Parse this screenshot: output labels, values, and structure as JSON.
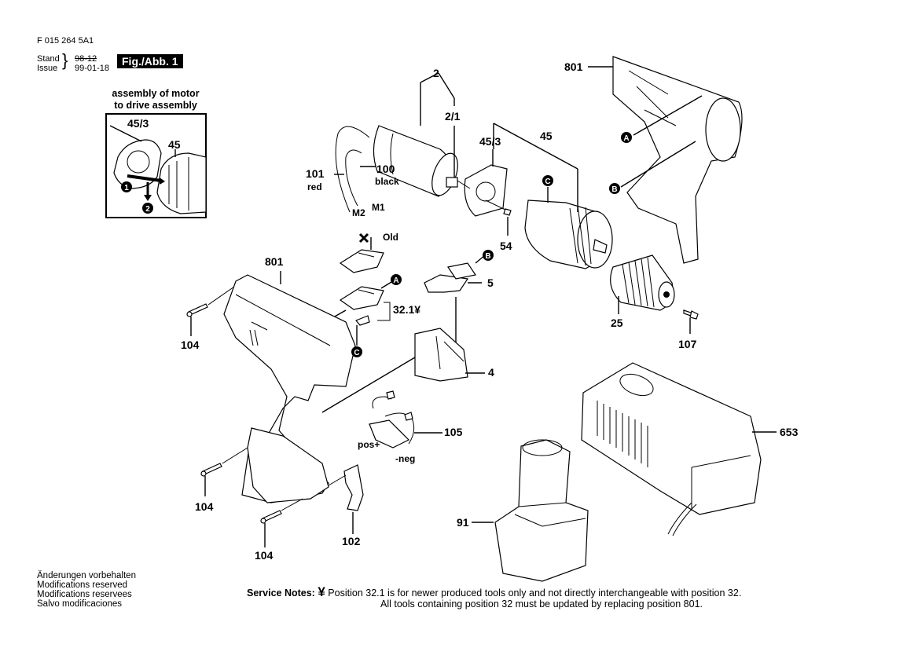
{
  "header": {
    "doc_number": "F 015 264 5A1",
    "stand_label": "Stand",
    "issue_label": "Issue",
    "stand_value": "98-12",
    "issue_value": "99-01-18",
    "figure_label": "Fig./Abb. 1"
  },
  "inset": {
    "title_line1": "assembly of motor",
    "title_line2": "to drive assembly",
    "labels": [
      "45/3",
      "45"
    ],
    "steps": [
      "1",
      "2"
    ]
  },
  "parts": {
    "p2": "2",
    "p2_1": "2/1",
    "p45_3": "45/3",
    "p45": "45",
    "p101": "101",
    "p101_note": "red",
    "p100": "100",
    "p100_note": "black",
    "m2": "M2",
    "m1": "M1",
    "p54": "54",
    "p801_top": "801",
    "p801_left": "801",
    "p32_old": "Old",
    "p32_1": "32.1",
    "yen_mark": "¥",
    "p5": "5",
    "p25": "25",
    "p107": "107",
    "p104_a": "104",
    "p104_b": "104",
    "p104_c": "104",
    "p4": "4",
    "p105": "105",
    "pos": "pos+",
    "neg": "-neg",
    "p102": "102",
    "p653": "653",
    "p91": "91"
  },
  "markers": {
    "A": "A",
    "B": "B",
    "C": "C",
    "step1": "1",
    "step2": "2"
  },
  "footer": {
    "disclaimer": [
      "Änderungen vorbehalten",
      "Modifications reserved",
      "Modifications reservees",
      "Salvo modificaciones"
    ],
    "service_notes_label": "Service Notes:",
    "service_symbol": "¥",
    "service_line1": "Position 32.1 is for newer produced tools only and not directly interchangeable with position 32.",
    "service_line2": "All tools containing position 32 must be updated by replacing position 801."
  }
}
